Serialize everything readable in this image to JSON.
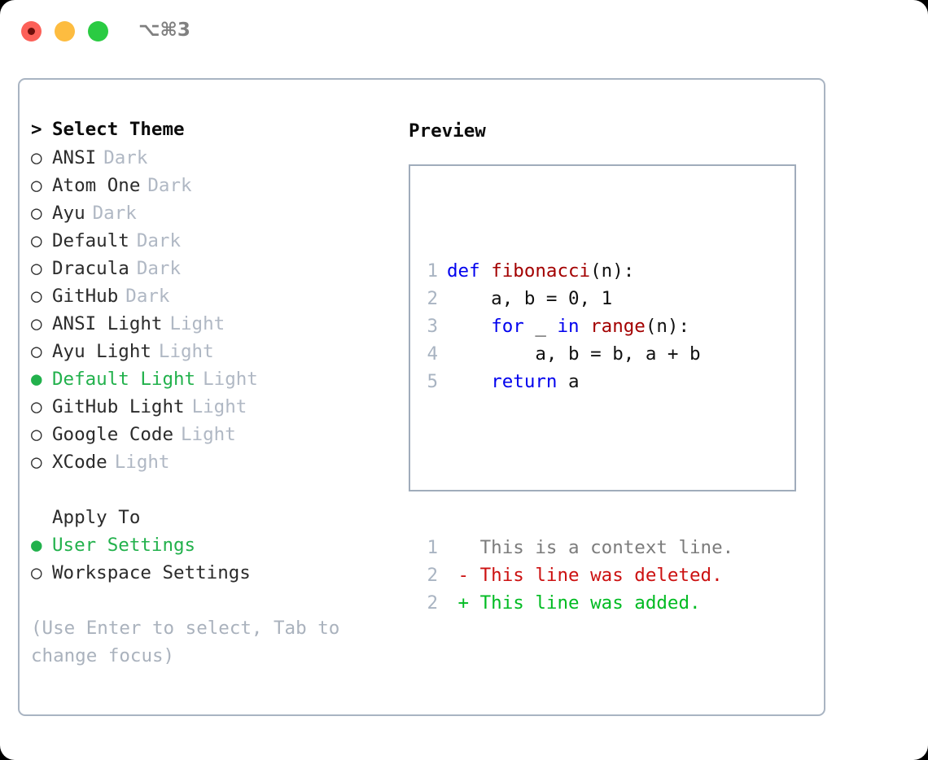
{
  "window": {
    "title": "⌥⌘3",
    "traffic_lights": [
      "close-red",
      "minimize-yellow",
      "maximize-green"
    ]
  },
  "colors": {
    "accent_green": "#22b14c",
    "muted": "#b0b8c4",
    "border": "#a9b4c2",
    "keyword_blue": "#0000ee",
    "function_red": "#a30000",
    "diff_add": "#00bb22",
    "diff_del": "#cc1111",
    "diff_ctx": "#7c7c7c"
  },
  "theme_panel": {
    "header_marker": ">",
    "header": "Select Theme",
    "marker_selected": "●",
    "marker_unselected": "○",
    "items": [
      {
        "label": "ANSI",
        "tag": "Dark",
        "selected": false
      },
      {
        "label": "Atom One",
        "tag": "Dark",
        "selected": false
      },
      {
        "label": "Ayu",
        "tag": "Dark",
        "selected": false
      },
      {
        "label": "Default",
        "tag": "Dark",
        "selected": false
      },
      {
        "label": "Dracula",
        "tag": "Dark",
        "selected": false
      },
      {
        "label": "GitHub",
        "tag": "Dark",
        "selected": false
      },
      {
        "label": "ANSI Light",
        "tag": "Light",
        "selected": false
      },
      {
        "label": "Ayu Light",
        "tag": "Light",
        "selected": false
      },
      {
        "label": "Default Light",
        "tag": "Light",
        "selected": true
      },
      {
        "label": "GitHub Light",
        "tag": "Light",
        "selected": false
      },
      {
        "label": "Google Code",
        "tag": "Light",
        "selected": false
      },
      {
        "label": "XCode",
        "tag": "Light",
        "selected": false
      }
    ]
  },
  "apply_to": {
    "title": "Apply To",
    "items": [
      {
        "label": "User Settings",
        "selected": true
      },
      {
        "label": "Workspace Settings",
        "selected": false
      }
    ]
  },
  "hint": "(Use Enter to select, Tab to change focus)",
  "preview": {
    "title": "Preview",
    "code_lines": [
      {
        "num": "1",
        "tokens": [
          {
            "t": "def",
            "c": "kw"
          },
          {
            "t": " ",
            "c": "pl"
          },
          {
            "t": "fibonacci",
            "c": "fn"
          },
          {
            "t": "(n):",
            "c": "pl"
          }
        ]
      },
      {
        "num": "2",
        "tokens": [
          {
            "t": "    a, b = 0, 1",
            "c": "pl"
          }
        ]
      },
      {
        "num": "3",
        "tokens": [
          {
            "t": "    ",
            "c": "pl"
          },
          {
            "t": "for",
            "c": "kw"
          },
          {
            "t": " _ ",
            "c": "pl"
          },
          {
            "t": "in",
            "c": "kw"
          },
          {
            "t": " ",
            "c": "pl"
          },
          {
            "t": "range",
            "c": "fn"
          },
          {
            "t": "(n):",
            "c": "pl"
          }
        ]
      },
      {
        "num": "4",
        "tokens": [
          {
            "t": "        a, b = b, a + b",
            "c": "pl"
          }
        ]
      },
      {
        "num": "5",
        "tokens": [
          {
            "t": "    ",
            "c": "pl"
          },
          {
            "t": "return",
            "c": "kw"
          },
          {
            "t": " a",
            "c": "pl"
          }
        ]
      }
    ],
    "diff_lines": [
      {
        "num": "1",
        "sign": " ",
        "text": " This is a context line.",
        "kind": "ctx"
      },
      {
        "num": "2",
        "sign": "-",
        "text": " This line was deleted.",
        "kind": "del"
      },
      {
        "num": "2",
        "sign": "+",
        "text": " This line was added.",
        "kind": "add"
      }
    ]
  }
}
